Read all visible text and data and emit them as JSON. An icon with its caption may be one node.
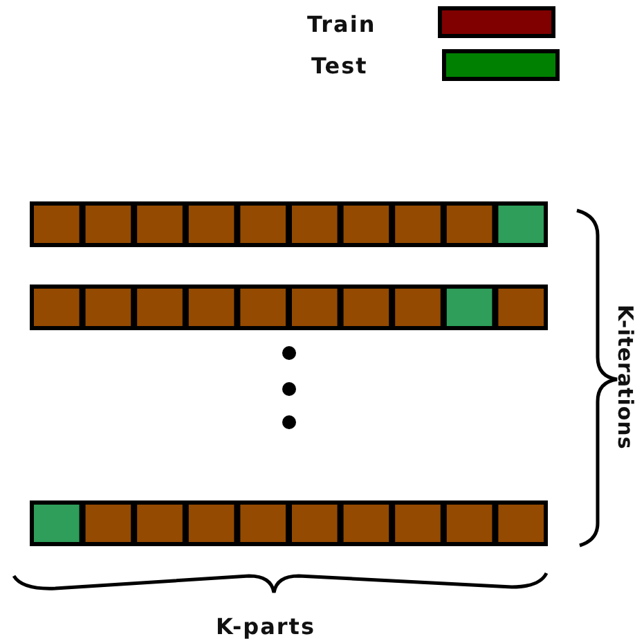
{
  "diagram": {
    "labels": [
      "K-iterations",
      "K-parts"
    ],
    "legend": [
      {
        "text": "Train",
        "color": "#800000"
      },
      {
        "text": "Test",
        "color": "#008000"
      }
    ]
  }
}
